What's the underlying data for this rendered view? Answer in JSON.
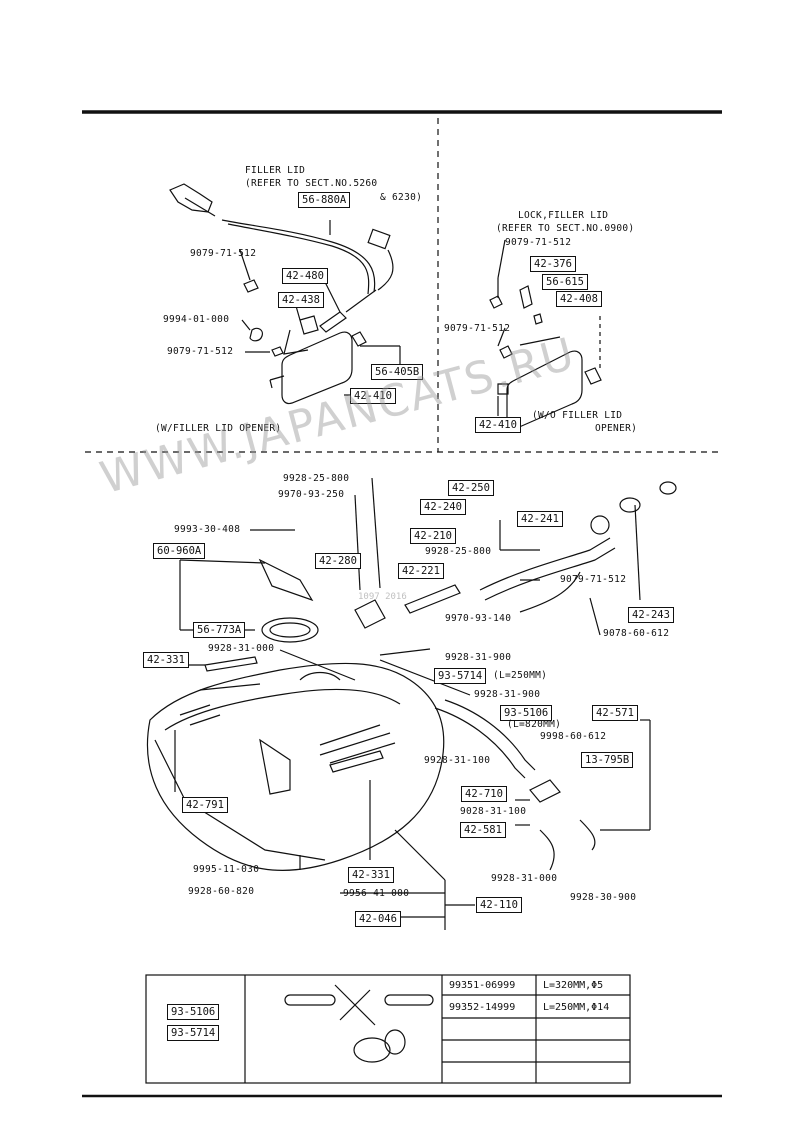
{
  "callouts": {
    "c_9079_71_512_a": "9079-71-512",
    "c_9994_01_000": "9994-01-000",
    "c_9079_71_512_b": "9079-71-512",
    "c_9079_71_512_c": "9079-71-512",
    "c_9079_71_512_d": "9079-71-512",
    "c_9928_25_800_a": "9928-25-800",
    "c_9970_93_250": "9970-93-250",
    "c_9993_30_408": "9993-30-408",
    "c_9928_25_800_b": "9928-25-800",
    "c_9079_71_512_e": "9079-71-512",
    "c_9078_60_612": "9078-60-612",
    "c_9970_93_140": "9970-93-140",
    "c_9928_31_000_a": "9928-31-000",
    "c_9928_31_900_a": "9928-31-900",
    "c_9928_31_900_b": "9928-31-900",
    "c_l820": "(L=820MM)",
    "c_9998_60_612": "9998-60-612",
    "c_9928_31_100_a": "9928-31-100",
    "c_9028_31_100": "9028-31-100",
    "c_9928_31_000_b": "9928-31-000",
    "c_9928_30_900": "9928-30-900",
    "c_9995_11_030": "9995-11-030",
    "c_9928_60_820": "9928-60-820",
    "c_9956_41_000": "9956-41-000"
  },
  "notes": {
    "filler_lid_1": "FILLER LID",
    "filler_lid_2": "(REFER TO SECT.NO.5260",
    "filler_lid_3": "& 6230)",
    "lock_1": "LOCK,FILLER LID",
    "lock_2": "(REFER TO SECT.NO.0900)",
    "with_opener": "(W/FILLER LID OPENER)",
    "wo_opener_1": "(W/O FILLER LID",
    "wo_opener_2": "OPENER)"
  },
  "parts": {
    "p56_880A": "56-880A",
    "p42_480": "42-480",
    "p42_438": "42-438",
    "p56_405B": "56-405B",
    "p42_410_a": "42-410",
    "p42_376": "42-376",
    "p56_615": "56-615",
    "p42_408": "42-408",
    "p42_410_b": "42-410",
    "p42_250": "42-250",
    "p42_240": "42-240",
    "p42_241": "42-241",
    "p42_210": "42-210",
    "p42_280": "42-280",
    "p42_221": "42-221",
    "p60_960A": "60-960A",
    "p56_773A": "56-773A",
    "p42_243": "42-243",
    "p42_331_a": "42-331",
    "p93_5714": "93-5714",
    "p93_5714_len": "(L=250MM)",
    "p93_5106": "93-5106",
    "p42_571": "42-571",
    "p13_795B": "13-795B",
    "p42_710": "42-710",
    "p42_581": "42-581",
    "p42_791": "42-791",
    "p42_331_b": "42-331",
    "p42_110": "42-110",
    "p42_046": "42-046"
  },
  "table": {
    "box_a": "93-5106",
    "box_b": "93-5714",
    "rows": [
      {
        "part": "99351-06999",
        "spec": "L=320MM,Φ5"
      },
      {
        "part": "99352-14999",
        "spec": "L=250MM,Φ14"
      }
    ]
  },
  "watermark": "WWW.JAPANCATS.RU",
  "watermark_small": "1097 2016"
}
